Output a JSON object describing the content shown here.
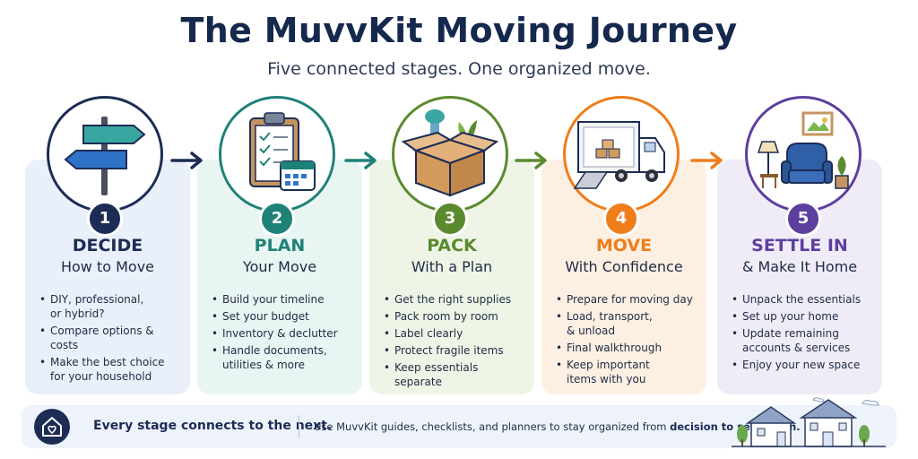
{
  "title": "The MuvvKit Moving Journey",
  "subtitle": "Five connected stages. One organized move.",
  "stages": [
    {
      "number": "1",
      "title": "DECIDE",
      "subtitle": "How to Move",
      "color": "#1c2c55",
      "card_bg": "#eaf0fa",
      "icon": "signpost-icon",
      "bullets": [
        "DIY, professional,\nor hybrid?",
        "Compare options & costs",
        "Make the best choice\nfor your household"
      ]
    },
    {
      "number": "2",
      "title": "PLAN",
      "subtitle": "Your Move",
      "color": "#1e8277",
      "card_bg": "#e9f5f2",
      "icon": "clipboard-calendar-icon",
      "bullets": [
        "Build your timeline",
        "Set your budget",
        "Inventory & declutter",
        "Handle documents,\nutilities & more"
      ]
    },
    {
      "number": "3",
      "title": "PACK",
      "subtitle": "With a Plan",
      "color": "#5a8a2e",
      "card_bg": "#eef5e6",
      "icon": "moving-box-icon",
      "bullets": [
        "Get the right supplies",
        "Pack room by room",
        "Label clearly",
        "Protect fragile items",
        "Keep essentials separate"
      ]
    },
    {
      "number": "4",
      "title": "MOVE",
      "subtitle": "With Confidence",
      "color": "#ef7d1a",
      "card_bg": "#fdf0e3",
      "icon": "moving-truck-icon",
      "bullets": [
        "Prepare for moving day",
        "Load, transport,\n& unload",
        "Final walkthrough",
        "Keep important\nitems with you"
      ]
    },
    {
      "number": "5",
      "title": "SETTLE IN",
      "subtitle": "& Make It Home",
      "color": "#5d3f9e",
      "card_bg": "#efecf8",
      "icon": "armchair-living-room-icon",
      "bullets": [
        "Unpack the essentials",
        "Set up your home",
        "Update remaining\naccounts & services",
        "Enjoy your new space"
      ]
    }
  ],
  "footer": {
    "icon": "home-heart-icon",
    "strong": "Every stage connects to the next.",
    "text_prefix": "Use MuvvKit guides, checklists, and planners to stay organized from ",
    "text_bold": "decision to settling in."
  }
}
